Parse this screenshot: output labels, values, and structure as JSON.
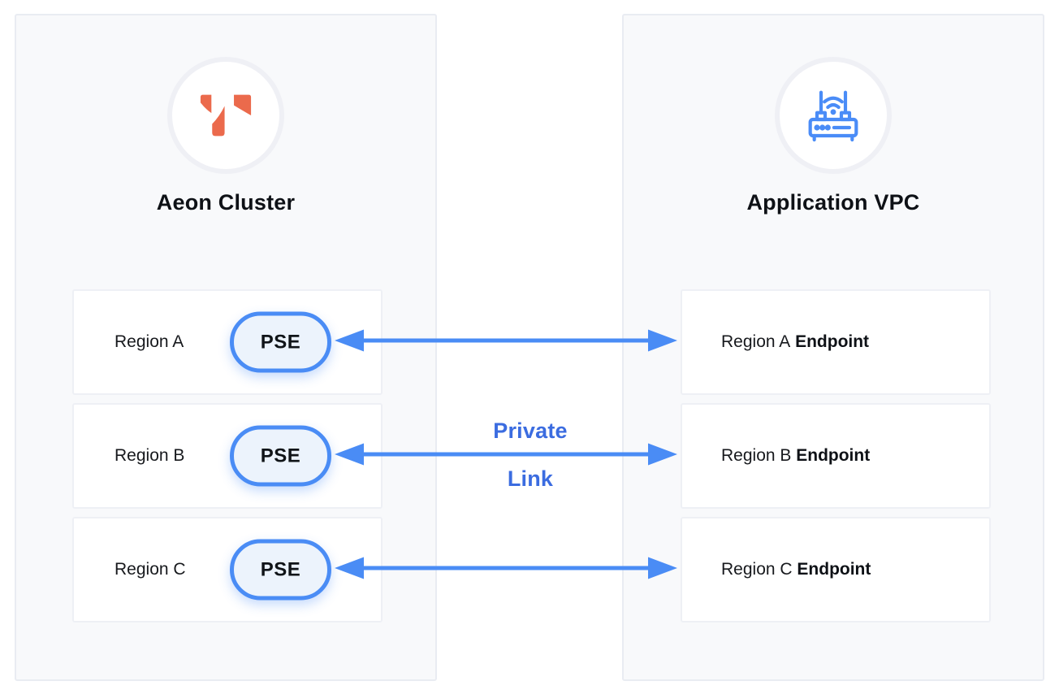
{
  "diagram": {
    "left_panel": {
      "title": "Aeon Cluster",
      "icon": "aeon-logo-icon",
      "pse_label": "PSE",
      "rows": [
        {
          "label": "Region A"
        },
        {
          "label": "Region B"
        },
        {
          "label": "Region C"
        }
      ]
    },
    "right_panel": {
      "title": "Application VPC",
      "icon": "router-icon",
      "endpoint_suffix": "Endpoint",
      "rows": [
        {
          "label": "Region A"
        },
        {
          "label": "Region B"
        },
        {
          "label": "Region C"
        }
      ]
    },
    "connector": {
      "line1": "Private",
      "line2": "Link",
      "arrow_count": 3,
      "direction": "bidirectional"
    },
    "colors": {
      "arrow_blue": "#4a8cf5",
      "private_link_text": "#3b6ce0",
      "logo_orange": "#eb6a4c",
      "router_icon_blue": "#4a8cf7",
      "pill_fill": "#ecf3fc",
      "panel_bg": "#f8f9fb",
      "panel_border": "#e9ecf2"
    }
  }
}
